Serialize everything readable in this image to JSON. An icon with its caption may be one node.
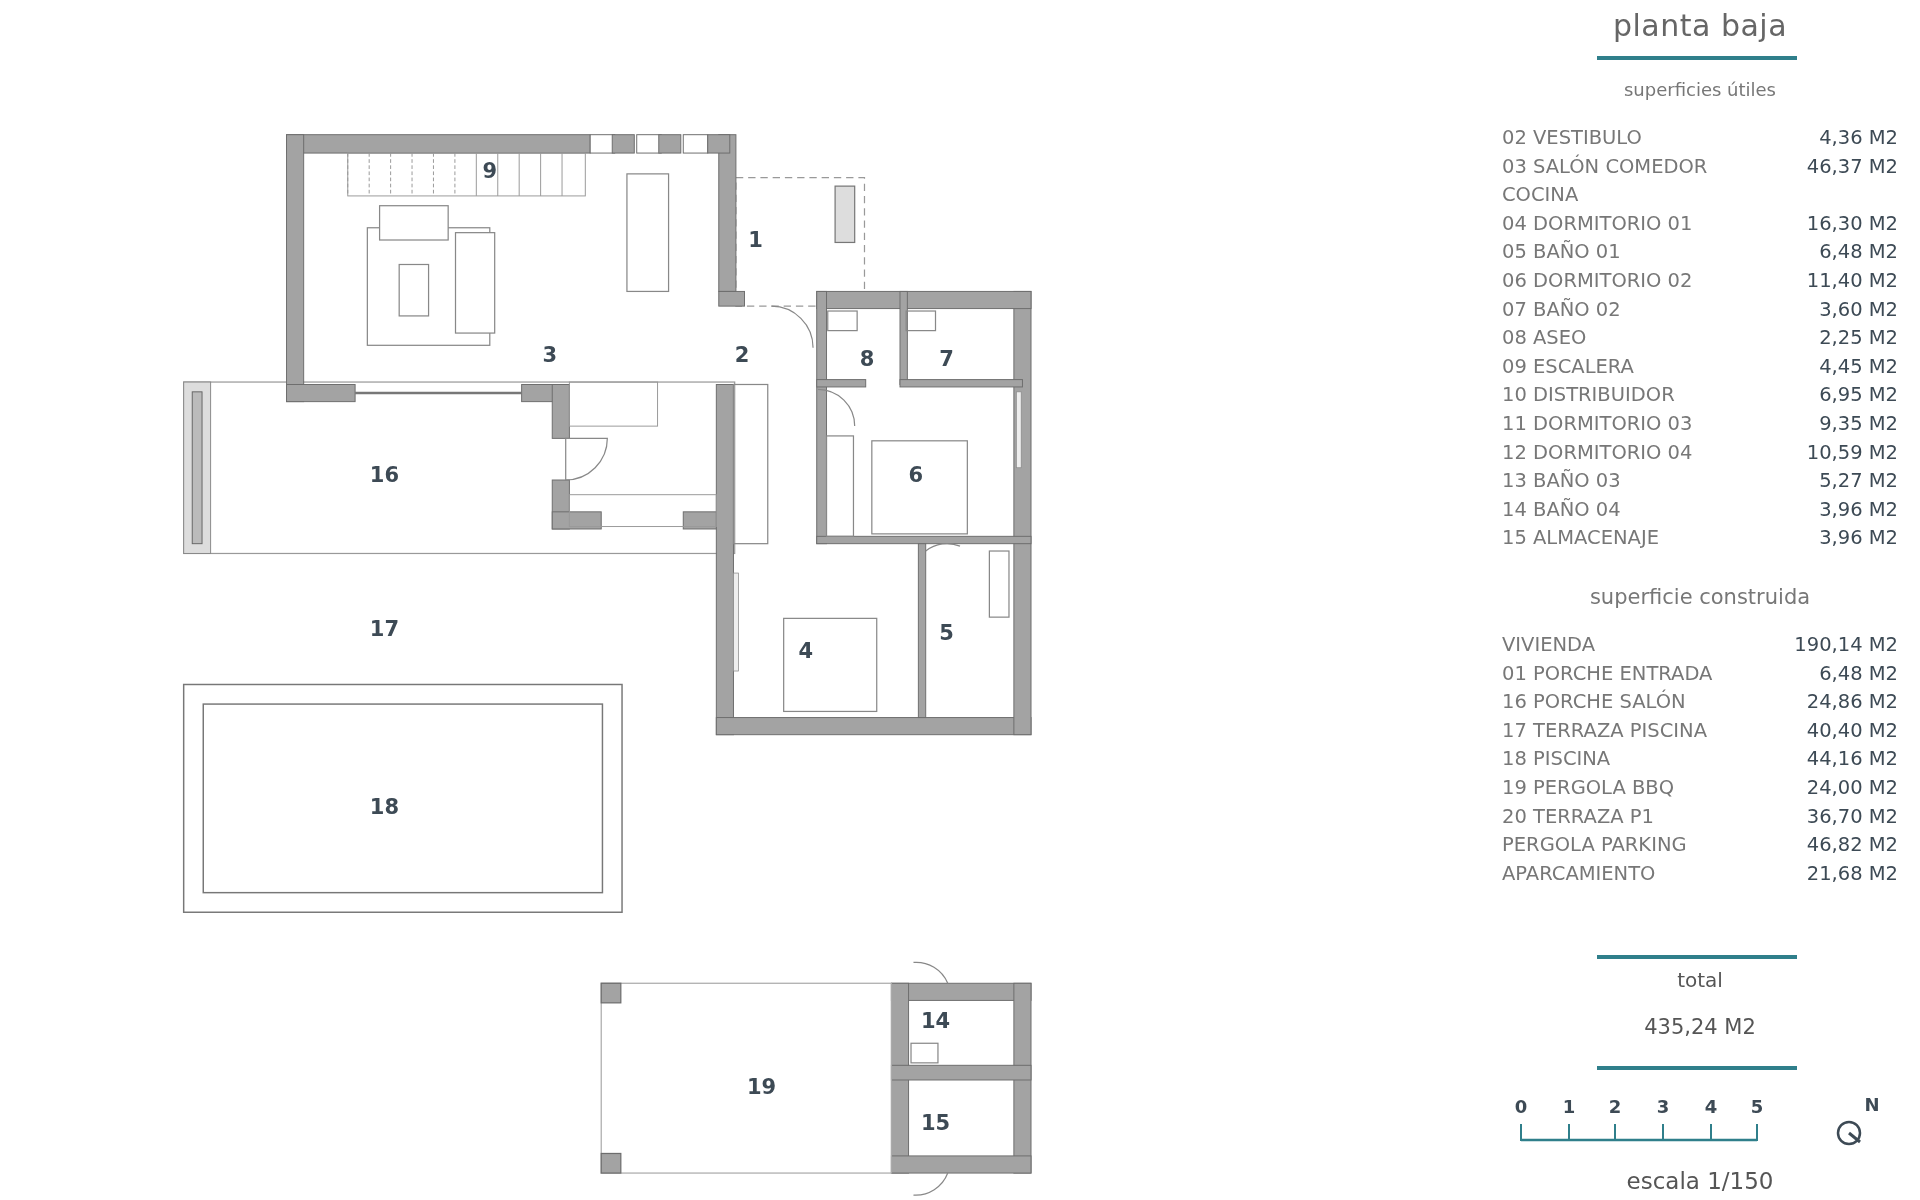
{
  "diagram": {
    "title": "planta baja",
    "labels": [
      "9",
      "1",
      "3",
      "2",
      "8",
      "7",
      "16",
      "6",
      "17",
      "4",
      "5",
      "18",
      "14",
      "19",
      "15",
      "superficies útiles",
      "02 VESTIBULO",
      "4,36 M2",
      "03 SALÓN COMEDOR COCINA",
      "46,37 M2",
      "04 DORMITORIO 01",
      "16,30 M2",
      "05 BAÑO 01",
      "6,48 M2",
      "06 DORMITORIO 02",
      "11,40 M2",
      "07 BAÑO 02",
      "3,60 M2",
      "08 ASEO",
      "2,25 M2",
      "09 ESCALERA",
      "4,45 M2",
      "10 DISTRIBUIDOR",
      "6,95 M2",
      "11 DORMITORIO 03",
      "9,35 M2",
      "12 DORMITORIO 04",
      "10,59 M2",
      "13 BAÑO 03",
      "5,27 M2",
      "14 BAÑO 04",
      "3,96 M2",
      "15 ALMACENAJE",
      "3,96 M2",
      "superficie construida",
      "VIVIENDA",
      "190,14 M2",
      "01 PORCHE ENTRADA",
      "6,48 M2",
      "16 PORCHE SALÓN",
      "24,86 M2",
      "17 TERRAZA PISCINA",
      "40,40 M2",
      "18 PISCINA",
      "44,16 M2",
      "19 PERGOLA BBQ",
      "24,00 M2",
      "20 TERRAZA P1",
      "36,70 M2",
      "PERGOLA PARKING",
      "46,82 M2",
      "APARCAMIENTO",
      "21,68 M2",
      "total",
      "435,24 M2",
      "0",
      "1",
      "2",
      "3",
      "4",
      "5",
      "N",
      "escala 1/150"
    ]
  }
}
